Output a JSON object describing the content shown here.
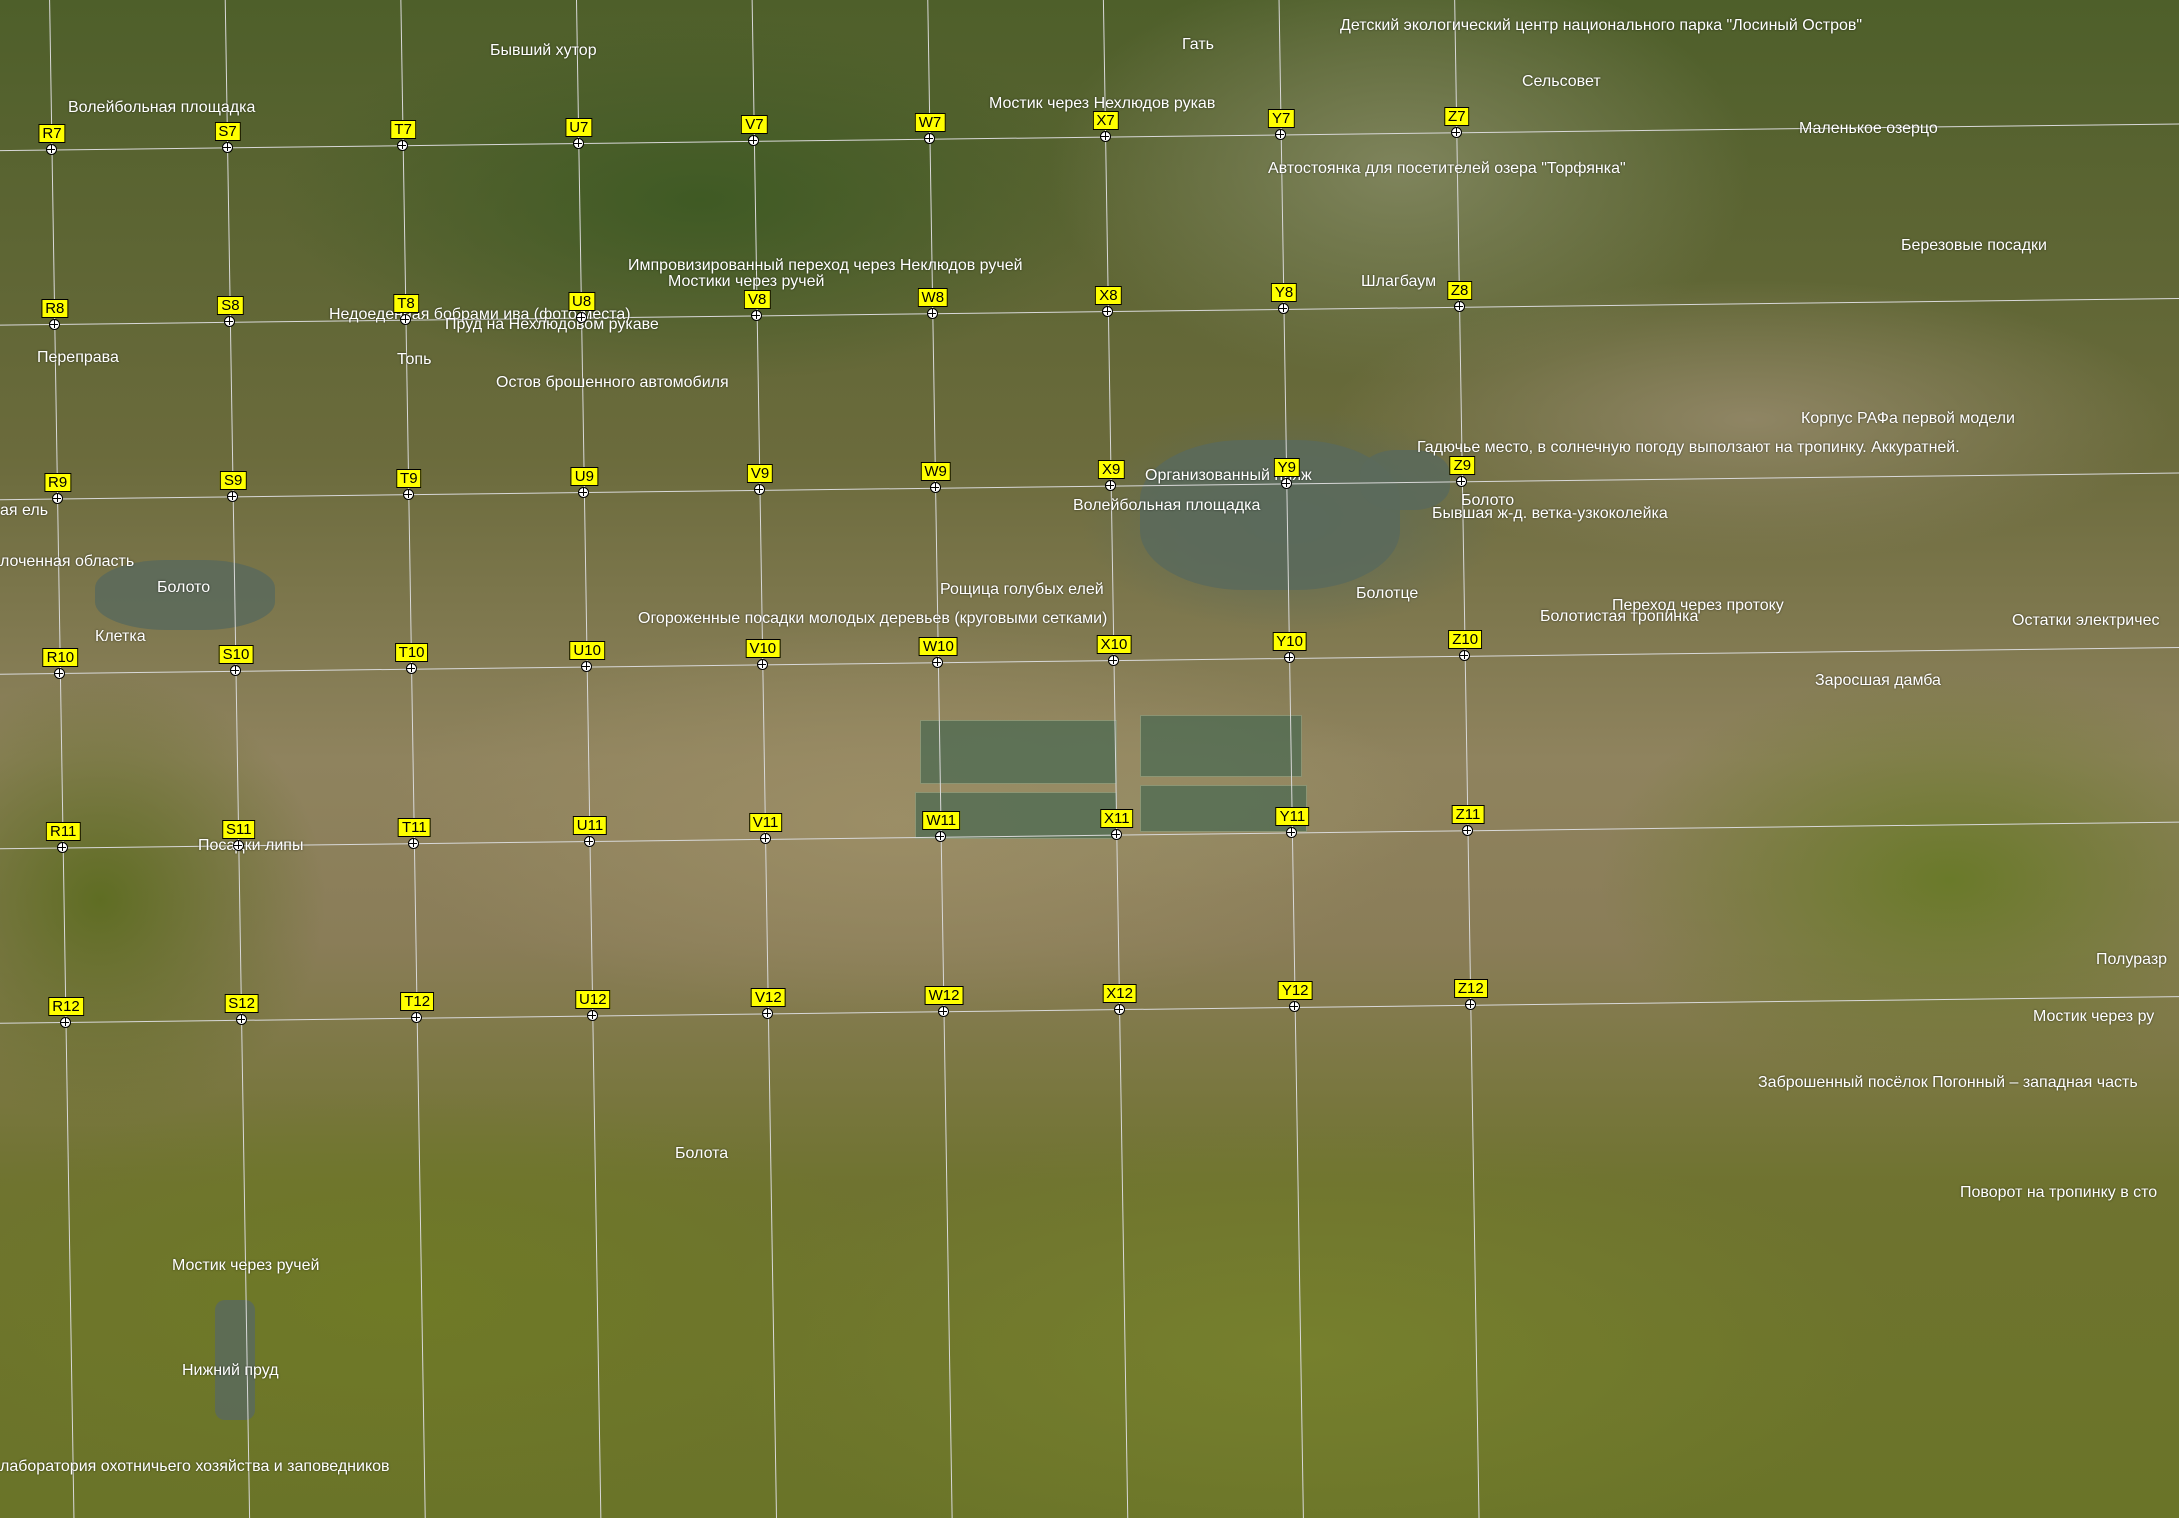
{
  "map": {
    "grid_columns": [
      "R",
      "S",
      "T",
      "U",
      "V",
      "W",
      "X",
      "Y",
      "Z"
    ],
    "grid_rows": [
      "7",
      "8",
      "9",
      "10",
      "11",
      "12"
    ],
    "colors": {
      "grid_label_background": "#ffff00",
      "grid_label_border": "#000000",
      "place_label_text": "#ffffff",
      "grid_line": "#d8d8d8"
    },
    "grid_labels": [
      "R7",
      "S7",
      "T7",
      "U7",
      "V7",
      "W7",
      "X7",
      "Y7",
      "Z7",
      "R8",
      "S8",
      "T8",
      "U8",
      "V8",
      "W8",
      "X8",
      "Y8",
      "Z8",
      "R9",
      "S9",
      "T9",
      "U9",
      "V9",
      "W9",
      "X9",
      "Y9",
      "Z9",
      "R10",
      "S10",
      "T10",
      "U10",
      "V10",
      "W10",
      "X10",
      "Y10",
      "Z10",
      "R11",
      "S11",
      "T11",
      "U11",
      "V11",
      "W11",
      "X11",
      "Y11",
      "Z11",
      "R12",
      "S12",
      "T12",
      "U12",
      "V12",
      "W12",
      "X12",
      "Y12",
      "Z12"
    ],
    "places": [
      "Детский экологический центр национального парка \"Лосиный Остров\"",
      "Бывший хутор",
      "Гать",
      "Сельсовет",
      "Волейбольная площадка",
      "Мостик через Нехлюдов рукав",
      "Маленькое озерцо",
      "Автостоянка для посетителей озера \"Торфянка\"",
      "Березовые посадки",
      "Импровизированный переход через Неклюдов ручей",
      "Мостики через ручей",
      "Шлагбаум",
      "Недоеденная бобрами ива (фото места)",
      "Пруд на Нехлюдовом рукаве",
      "Переправа",
      "Топь",
      "Остов брошенного автомобиля",
      "Корпус РАФа первой модели",
      "Гадючье место, в солнечную погоду выползают на тропинку. Аккуратней.",
      "Организованный пляж",
      "Волейбольная площадка",
      "Болото",
      "Бывшая ж-д. ветка-узкоколейка",
      "ая ель",
      "лоченная область",
      "Болото",
      "Рощица голубых елей",
      "Болотце",
      "Переход через протоку",
      "Огороженные посадки молодых деревьев (круговыми сетками)",
      "Болотистая тропинка",
      "Остатки электричес",
      "Клетка",
      "Заросшая дамба",
      "Посадки липы",
      "Полуразр",
      "Мостик через ру",
      "Заброшенный посёлок Погонный – западная часть",
      "Болота",
      "Поворот на тропинку в сто",
      "Мостик через ручей",
      "Нижний пруд",
      "лаборатория охотничьего хозяйства и заповедников"
    ]
  }
}
